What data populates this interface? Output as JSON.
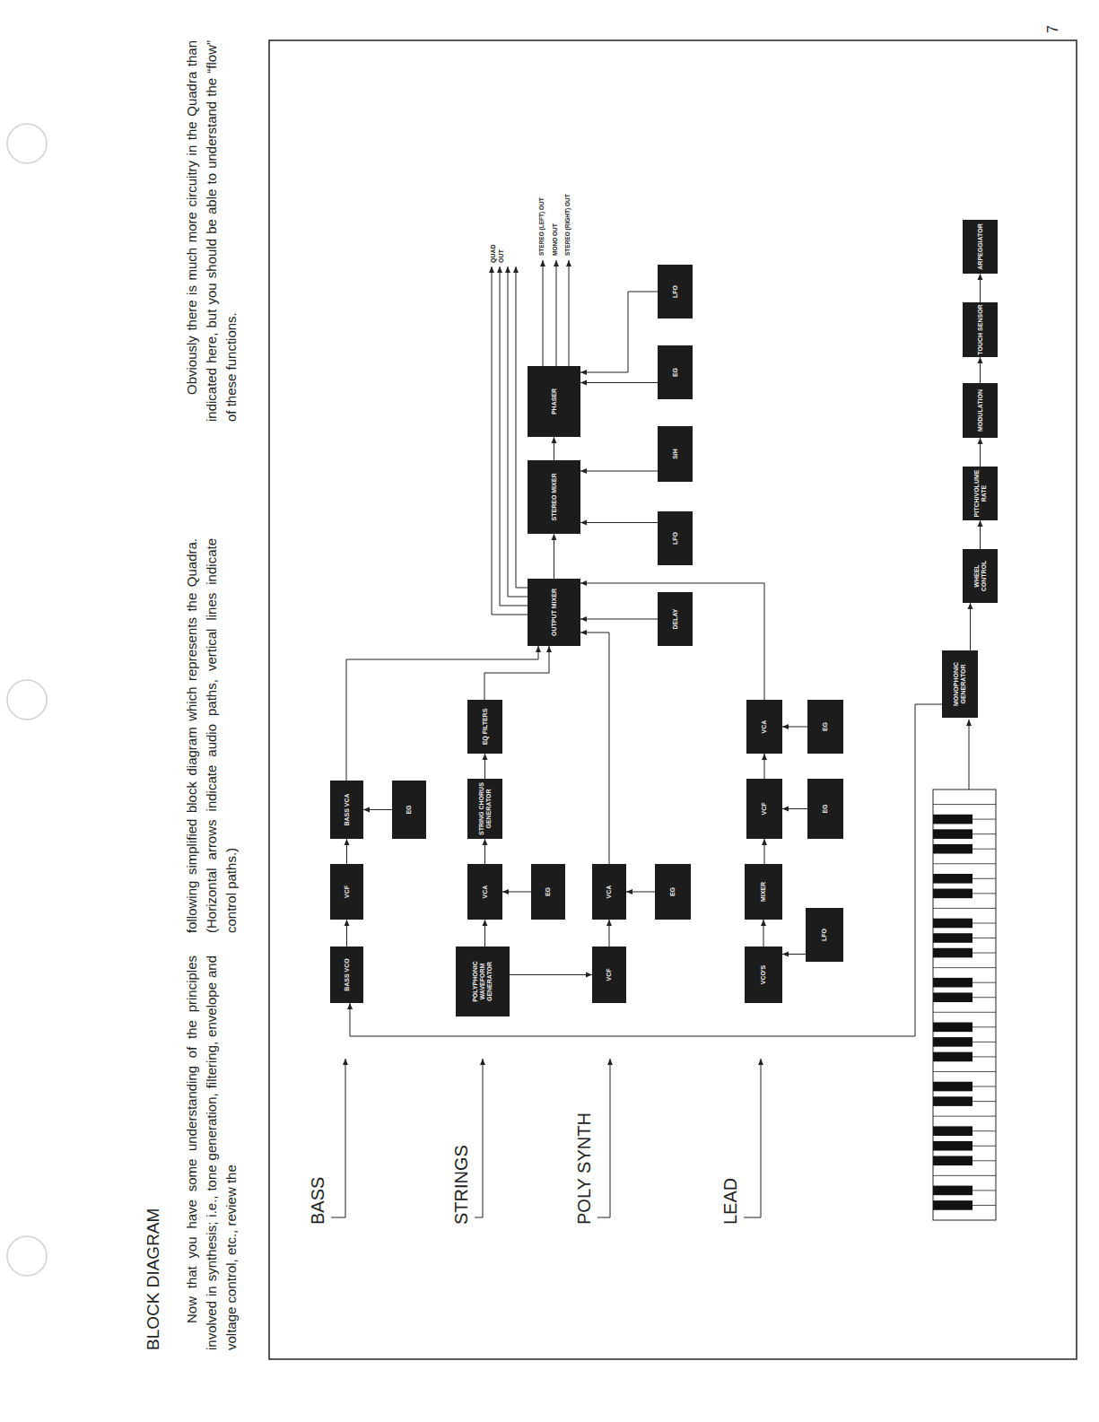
{
  "diagram": {
    "title": "BLOCK DIAGRAM",
    "nodes": [
      {
        "text": [
          "BASS VCO"
        ]
      },
      {
        "text": [
          "VCF"
        ]
      },
      {
        "text": [
          "BASS VCA"
        ]
      },
      {
        "text": [
          "EG"
        ]
      },
      {
        "text": [
          "POLYPHONIC WAVEFORM GENERATOR"
        ]
      },
      {
        "text": [
          "VCA"
        ]
      },
      {
        "text": [
          "EG"
        ]
      },
      {
        "text": [
          "STRING CHORUS GENERATOR"
        ]
      },
      {
        "text": [
          "EQ FILTERS"
        ]
      },
      {
        "text": [
          "VCF"
        ]
      },
      {
        "text": [
          "VCA"
        ]
      },
      {
        "text": [
          "EG"
        ]
      },
      {
        "text": [
          "VCO'S"
        ]
      },
      {
        "text": [
          "MIXER"
        ]
      },
      {
        "text": [
          "LFO"
        ]
      },
      {
        "text": [
          "VCF"
        ]
      },
      {
        "text": [
          "EG"
        ]
      },
      {
        "text": [
          "VCA"
        ]
      },
      {
        "text": [
          "EG"
        ]
      },
      {
        "text": [
          "OUTPUT MIXER"
        ]
      },
      {
        "text": [
          "STEREO MIXER"
        ]
      },
      {
        "text": [
          "PHASER"
        ]
      },
      {
        "text": [
          "DELAY"
        ]
      },
      {
        "text": [
          "LFO"
        ]
      },
      {
        "text": [
          "S/H"
        ]
      },
      {
        "text": [
          "EG"
        ]
      },
      {
        "text": [
          "LFO"
        ]
      },
      {
        "text": [
          "MONOPHONIC GENERATOR"
        ]
      },
      {
        "text": [
          "WHEEL CONTROL"
        ]
      },
      {
        "text": [
          "PITCH/VOLUME RATE"
        ]
      },
      {
        "text": [
          "MODULATION"
        ]
      },
      {
        "text": [
          "TOUCH SENSOR"
        ]
      },
      {
        "text": [
          "ARPEGGIATOR"
        ]
      }
    ],
    "edges": [
      {
        "from": 0,
        "to": 1,
        "arrow": "to"
      },
      {
        "from": 1,
        "to": 2,
        "arrow": "to"
      },
      {
        "from": 3,
        "to": 2,
        "arrow": "to"
      },
      {
        "from": 4,
        "to": 5,
        "arrow": "to"
      },
      {
        "from": 6,
        "to": 5,
        "arrow": "to"
      },
      {
        "from": 5,
        "to": 7,
        "arrow": "to"
      },
      {
        "from": 7,
        "to": 8,
        "arrow": "to"
      },
      {
        "from": 4,
        "to": 9,
        "arrow": "to"
      },
      {
        "from": 9,
        "to": 10,
        "arrow": "to"
      },
      {
        "from": 11,
        "to": 10,
        "arrow": "to"
      },
      {
        "from": 12,
        "to": 13,
        "arrow": "to"
      },
      {
        "from": 14,
        "to": 12,
        "arrow": "to"
      },
      {
        "from": 13,
        "to": 15,
        "arrow": "to"
      },
      {
        "from": 16,
        "to": 15,
        "arrow": "to"
      },
      {
        "from": 15,
        "to": 17,
        "arrow": "to"
      },
      {
        "from": 18,
        "to": 17,
        "arrow": "to"
      },
      {
        "from": 2,
        "to": 19,
        "arrow": "to"
      },
      {
        "from": 8,
        "to": 19,
        "arrow": "to"
      },
      {
        "from": 10,
        "to": 19,
        "arrow": "to"
      },
      {
        "from": 17,
        "to": 19,
        "arrow": "to"
      },
      {
        "from": 19,
        "to": 20,
        "arrow": "to"
      },
      {
        "from": 20,
        "to": 21,
        "arrow": "to"
      },
      {
        "from": 22,
        "to": 19,
        "arrow": "to"
      },
      {
        "from": 23,
        "to": 20,
        "arrow": "to"
      },
      {
        "from": 24,
        "to": 20,
        "arrow": "to"
      },
      {
        "from": 25,
        "to": 21,
        "arrow": "to"
      },
      {
        "from": 26,
        "to": 21,
        "arrow": "to"
      },
      {
        "from": 27,
        "to": 28,
        "arrow": "to"
      },
      {
        "from": 28,
        "to": 29,
        "arrow": "to"
      },
      {
        "from": 29,
        "to": 30,
        "arrow": "to"
      },
      {
        "from": 30,
        "to": 31,
        "arrow": "to"
      },
      {
        "from": 31,
        "to": 32,
        "arrow": "to"
      },
      {
        "from": 27,
        "to": 0,
        "arrow": "to"
      }
    ],
    "labels": [
      "Now that you have some understanding of the principles involved in synthesis; i.e., tone generation, filtering, envelope and voltage control, etc., review the",
      "following simplified block diagram which represents the Quadra. (Horizontal arrows indicate audio paths, vertical lines indicate control paths.)",
      "Obviously there is much more circuitry in the Quadra than indicated here, but you should be able to understand the “flow” of these functions.",
      "BASS",
      "STRINGS",
      "POLY SYNTH",
      "LEAD",
      "QUAD OUT",
      "STEREO (LEFT) OUT",
      "MONO OUT",
      "STEREO (RIGHT) OUT",
      "7"
    ]
  }
}
